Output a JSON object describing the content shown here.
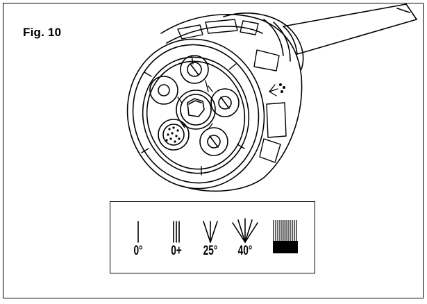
{
  "figure": {
    "title": "Fig. 10"
  },
  "spray_patterns": [
    {
      "label": "0°"
    },
    {
      "label": "0+"
    },
    {
      "label": "25°"
    },
    {
      "label": "40°"
    },
    {
      "label": ""
    }
  ],
  "colors": {
    "ink": "#000000",
    "paper": "#ffffff"
  }
}
